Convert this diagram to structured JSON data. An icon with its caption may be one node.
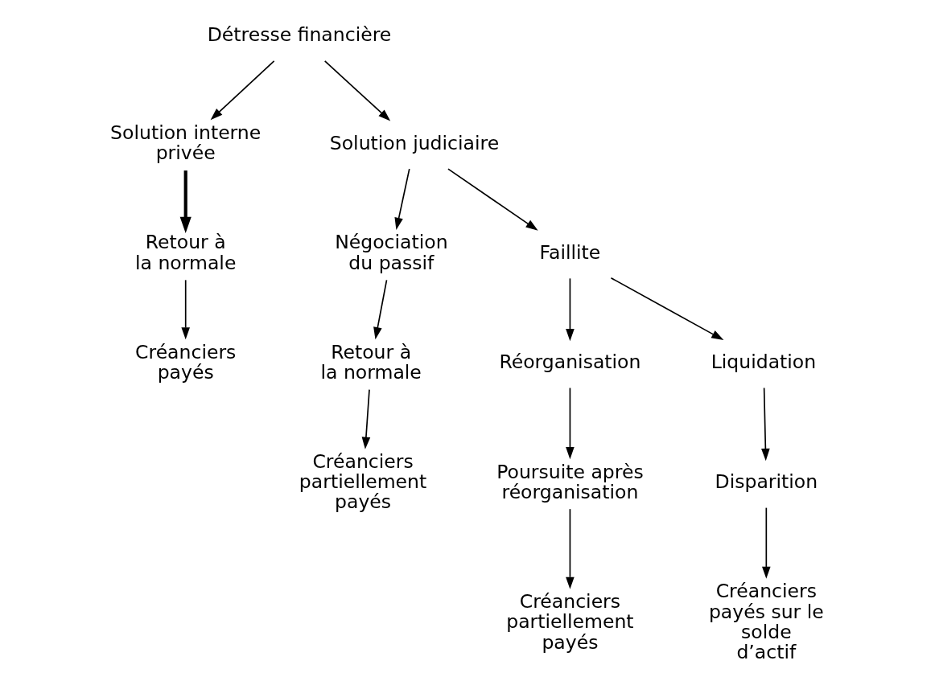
{
  "diagram": {
    "nodes": [
      {
        "text": [
          "Détresse financière"
        ]
      },
      {
        "text": [
          "Solution interne privée"
        ]
      },
      {
        "text": [
          "Solution judiciaire"
        ]
      },
      {
        "text": [
          "Négociation du passif"
        ]
      },
      {
        "text": [
          "Faillite"
        ]
      },
      {
        "text": [
          "Réorganisation"
        ]
      },
      {
        "text": [
          "Liquidation"
        ]
      },
      {
        "text": [
          "Retour à la normale"
        ]
      },
      {
        "text": [
          "Retour à la normale"
        ]
      },
      {
        "text": [
          "Poursuite après réorganisation"
        ]
      },
      {
        "text": [
          "Disparition"
        ]
      },
      {
        "text": [
          "Créanciers payés"
        ]
      },
      {
        "text": [
          "Créanciers partiellement payés"
        ]
      },
      {
        "text": [
          "Créanciers partiellement payés"
        ]
      },
      {
        "text": [
          "Créanciers payés sur le solde d’actif"
        ]
      }
    ],
    "edges": [
      {
        "from": 0,
        "to": 1,
        "arrow": "to"
      },
      {
        "from": 0,
        "to": 2,
        "arrow": "to"
      },
      {
        "from": 2,
        "to": 3,
        "arrow": "to"
      },
      {
        "from": 2,
        "to": 4,
        "arrow": "to"
      },
      {
        "from": 4,
        "to": 5,
        "arrow": "to"
      },
      {
        "from": 4,
        "to": 6,
        "arrow": "to"
      },
      {
        "from": 1,
        "to": 7,
        "arrow": "to",
        "style": "thick"
      },
      {
        "from": 3,
        "to": 8,
        "arrow": "to"
      },
      {
        "from": 5,
        "to": 9,
        "arrow": "to"
      },
      {
        "from": 6,
        "to": 10,
        "arrow": "to"
      },
      {
        "from": 7,
        "to": 11,
        "arrow": "to"
      },
      {
        "from": 8,
        "to": 12,
        "arrow": "to"
      },
      {
        "from": 9,
        "to": 13,
        "arrow": "to"
      },
      {
        "from": 10,
        "to": 14,
        "arrow": "to"
      }
    ]
  }
}
